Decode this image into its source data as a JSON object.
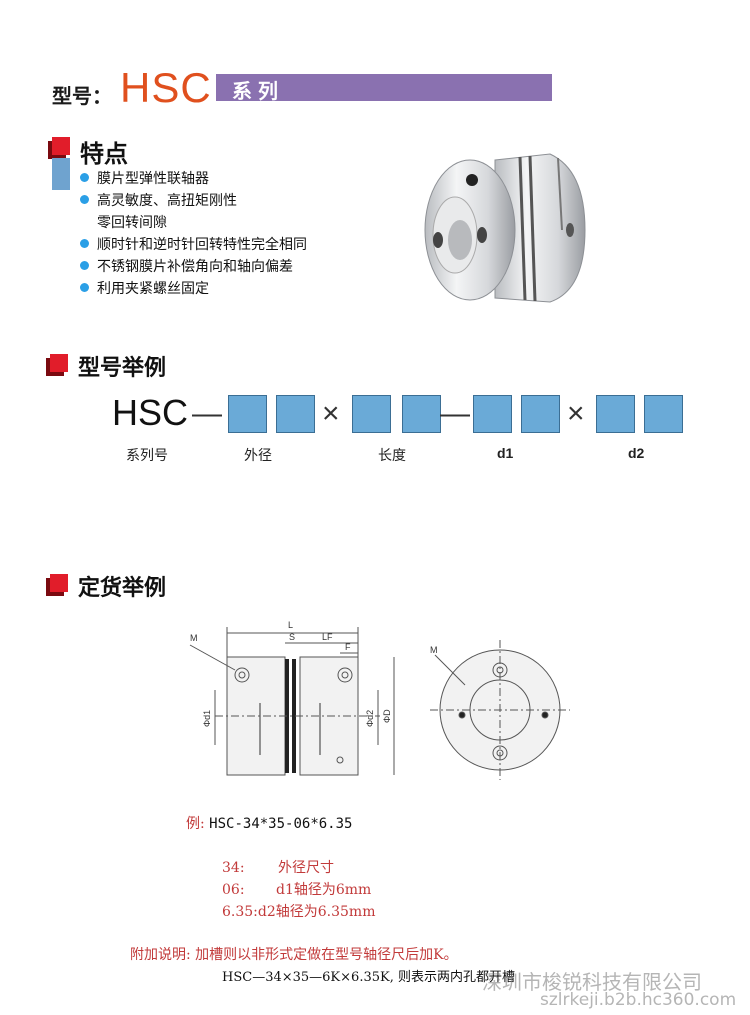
{
  "header": {
    "model_label": "型号：",
    "model_name": "HSC",
    "series_label": "系列"
  },
  "features": {
    "title": "特点",
    "items": [
      "膜片型弹性联轴器",
      "高灵敏度、高扭矩刚性",
      "零回转间隙",
      "顺时针和逆时针回转特性完全相同",
      "不锈钢膜片补偿角向和轴向偏差",
      "利用夹紧螺丝固定"
    ]
  },
  "model_example": {
    "title": "型号举例",
    "prefix": "HSC",
    "dash": "—",
    "times": "×",
    "captions": [
      "系列号",
      "外径",
      "长度",
      "d1",
      "d2"
    ]
  },
  "order_example": {
    "title": "定货举例",
    "drawing_labels": [
      "L",
      "S",
      "LF",
      "F",
      "M",
      "Φd1",
      "Φd2",
      "ΦD",
      "M"
    ],
    "example_prefix": "例:",
    "example_code": "HSC-34*35-06*6.35",
    "notes": [
      {
        "key": "34:",
        "value": "外径尺寸"
      },
      {
        "key": "06:",
        "value": "d1轴径为6mm"
      },
      {
        "key": "6.35:",
        "value": "d2轴径为6.35mm"
      }
    ],
    "appendix_label": "附加说明:",
    "appendix_text": "加槽则以非形式定做在型号轴径尺后加K。",
    "appendix_line2": "HSC—34×35—6K×6.35K, 则表示两内孔都开槽"
  },
  "watermark": {
    "company": "深圳市梭锐科技有限公司",
    "site": "szlrkeji.b2b.hc360.com"
  },
  "colors": {
    "accent_orange": "#e0501e",
    "series_purple": "#8a71b0",
    "box_blue": "#6aaad7",
    "marker_red": "#e11d2a"
  }
}
